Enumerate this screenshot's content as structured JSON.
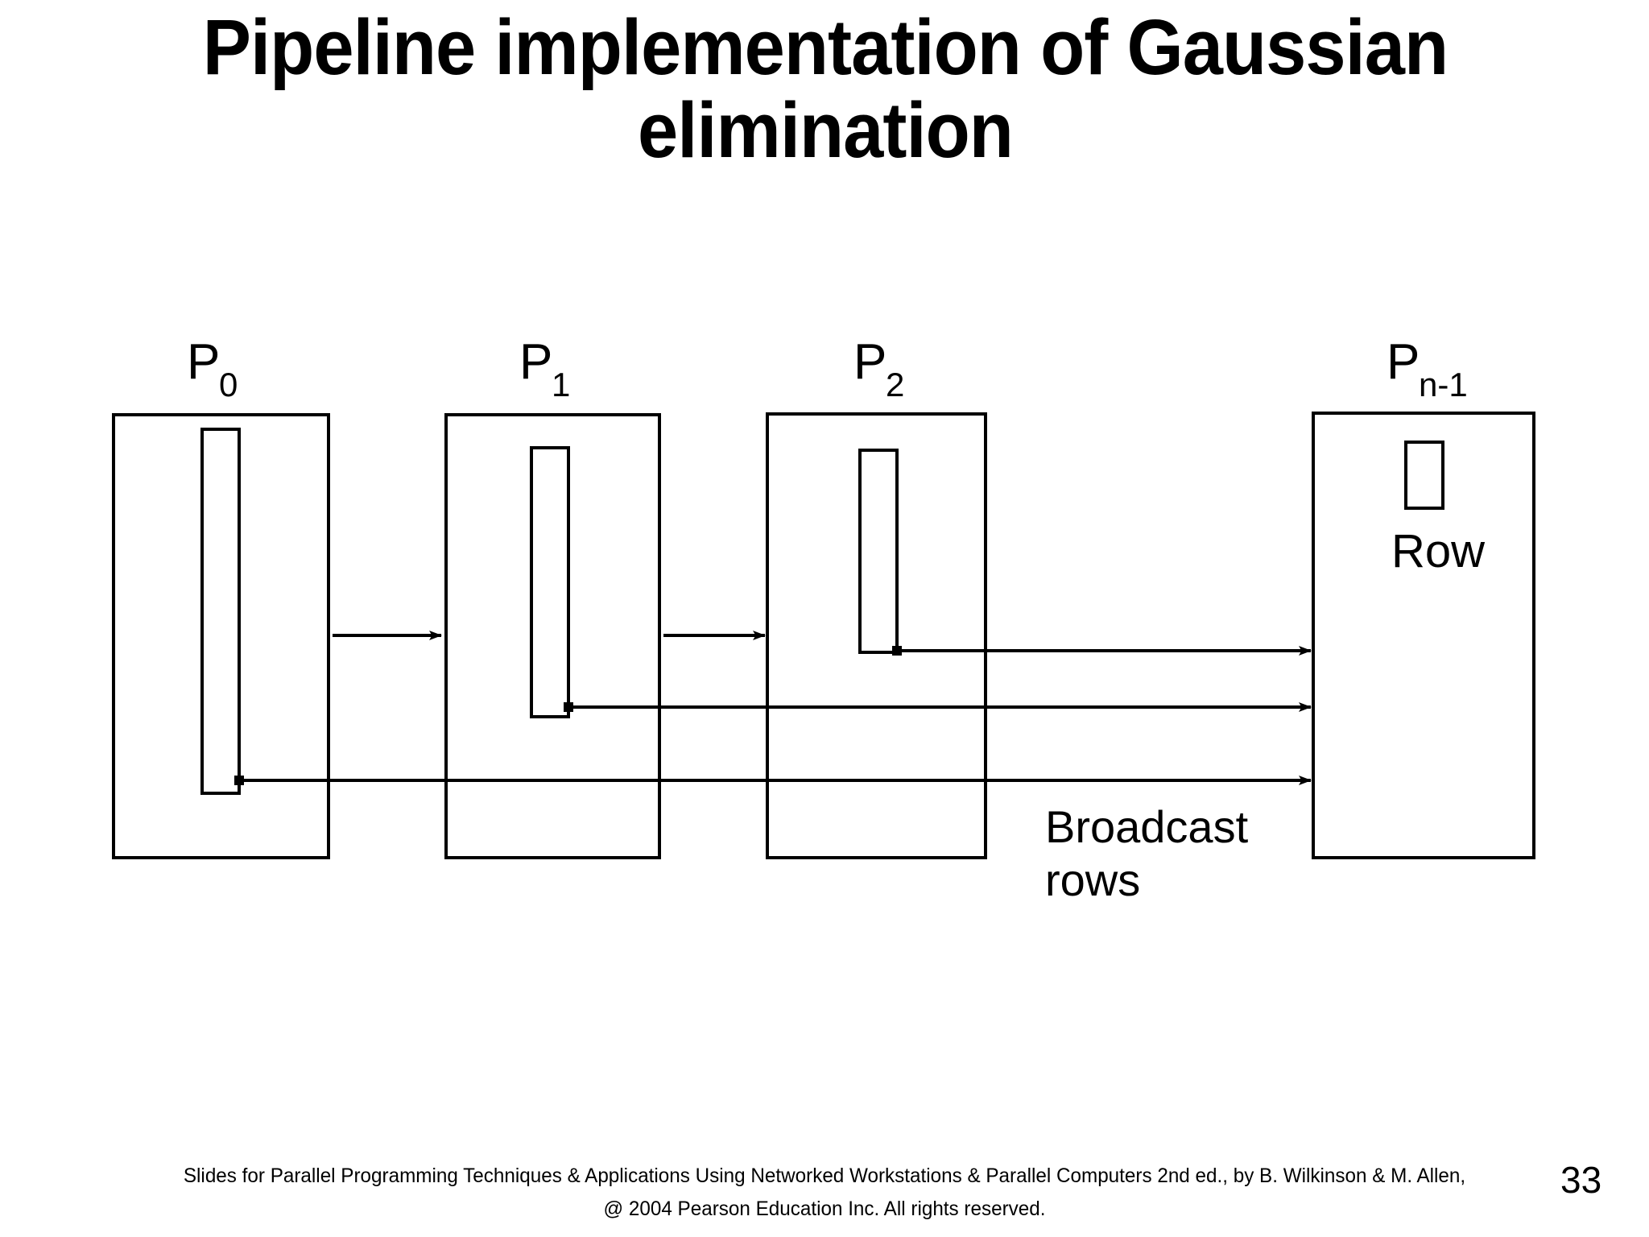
{
  "slide": {
    "title": "Pipeline implementation of Gaussian elimination",
    "page_number": "33"
  },
  "footer": {
    "line1": "Slides for Parallel Programming Techniques & Applications Using Networked Workstations & Parallel Computers 2nd ed., by B. Wilkinson & M. Allen,",
    "line2": "@ 2004 Pearson Education Inc. All rights reserved."
  },
  "diagram": {
    "type": "pipeline-broadcast",
    "stroke_color": "#000000",
    "fill_color": "#ffffff",
    "processors": [
      {
        "id": "p0",
        "label_base": "P",
        "label_sub": "0",
        "label_text": "P0"
      },
      {
        "id": "p1",
        "label_base": "P",
        "label_sub": "1",
        "label_text": "P1"
      },
      {
        "id": "p2",
        "label_base": "P",
        "label_sub": "2",
        "label_text": "P2"
      },
      {
        "id": "pn-1",
        "label_base": "P",
        "label_sub": "n-1",
        "label_text": "Pn-1"
      }
    ],
    "annotations": {
      "row_label": "Row",
      "broadcast_label_line1": "Broadcast",
      "broadcast_label_line2": "rows"
    }
  }
}
